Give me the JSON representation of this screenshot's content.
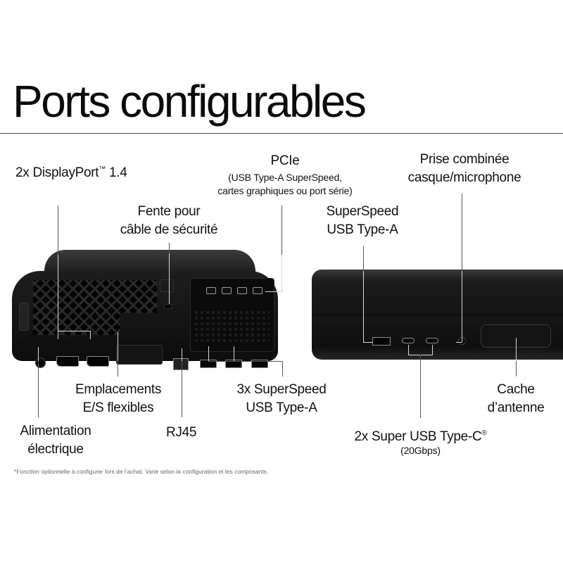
{
  "header": {
    "title": "Ports configurables"
  },
  "labels": {
    "displayport": {
      "text": "2x DisplayPort",
      "tm": "™",
      "version": " 1.4"
    },
    "pcie": {
      "title": "PCIe",
      "sub1": "(USB Type-A SuperSpeed,",
      "sub2": "cartes graphiques ou port série)"
    },
    "headset": {
      "line1": "Prise combinée",
      "line2": "casque/microphone"
    },
    "security_slot": {
      "line1": "Fente pour",
      "line2": "câble de sécurité"
    },
    "front_usba": {
      "line1": "SuperSpeed",
      "line2": "USB Type-A"
    },
    "flex_io": {
      "line1": "Emplacements",
      "line2": "E/S flexibles"
    },
    "rear_usba": {
      "line1": "3x SuperSpeed",
      "line2": "USB Type-A"
    },
    "antenna": {
      "line1": "Cache",
      "line2": "d’antenne"
    },
    "power": {
      "line1": "Alimentation",
      "line2": "électrique"
    },
    "rj45": {
      "text": "RJ45"
    },
    "usbc": {
      "text": "2x Super USB Type-C",
      "reg": "®",
      "sub": "(20Gbps)"
    }
  },
  "footnote": "*Fonction optionnelle à configurer lors de l’achat. Varie selon la configuration et les composants.",
  "colors": {
    "background": "#ffffff",
    "text": "#111111",
    "device": "#111111",
    "leader_line_dark": "#555555",
    "leader_line_light": "#d8d8d8"
  }
}
